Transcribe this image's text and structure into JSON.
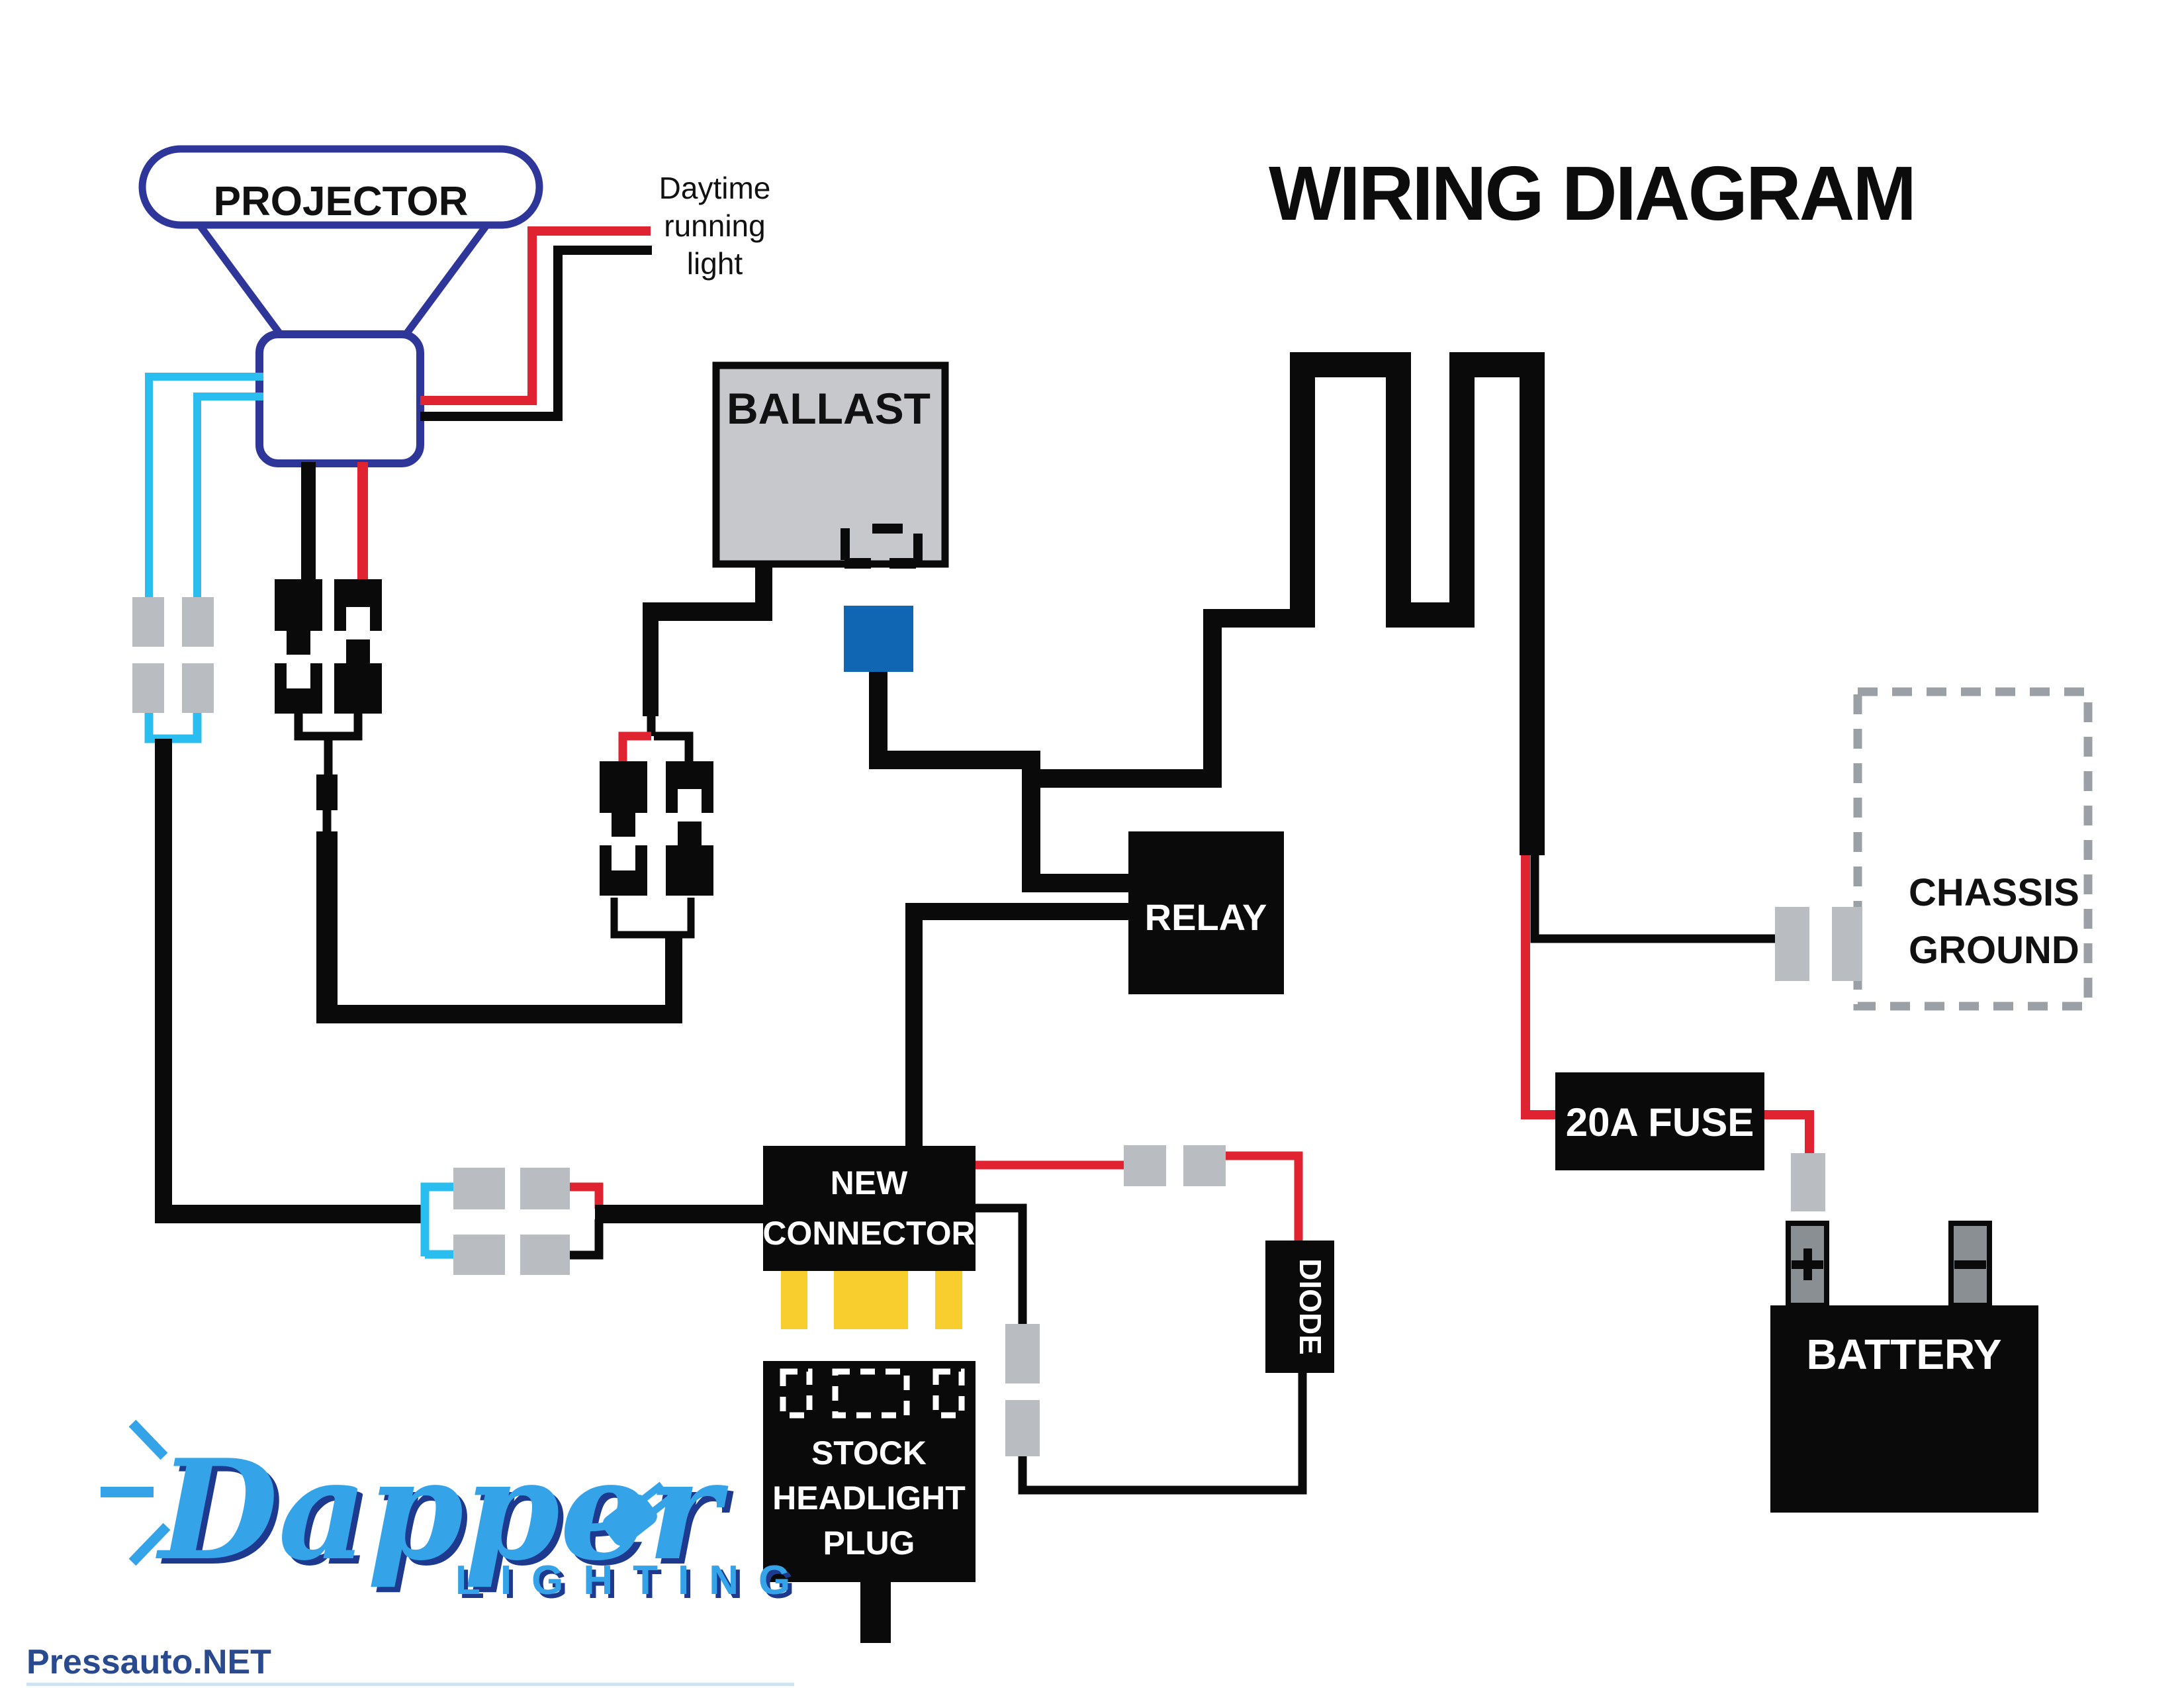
{
  "title": "WIRING DIAGRAM",
  "labels": {
    "projector": "PROJECTOR",
    "daytime_line1": "Daytime",
    "daytime_line2": "running",
    "daytime_line3": "light",
    "ballast": "BALLAST",
    "relay": "RELAY",
    "chassis_line1": "CHASSIS",
    "chassis_line2": "GROUND",
    "fuse": "20A FUSE",
    "battery": "BATTERY",
    "new_connector_line1": "NEW",
    "new_connector_line2": "CONNECTOR",
    "stock_plug_line1": "STOCK",
    "stock_plug_line2": "HEADLIGHT",
    "stock_plug_line3": "PLUG",
    "diode": "DIODE"
  },
  "logo": {
    "name": "Dapper",
    "subtitle": "LIGHTING",
    "watermark": "Pressauto.NET"
  },
  "colors": {
    "wire_black": "#0a0a0a",
    "wire_red": "#e02330",
    "wire_cyan": "#29bdf0",
    "navy": "#2f3699",
    "connector_gray": "#b9bcc1",
    "ballast_gray": "#c6c8cc",
    "blue_connector": "#1066b2",
    "yellow": "#f8ce2e",
    "terminal_gray": "#8a8f94",
    "dash_gray": "#9aa0a5",
    "logo_blue": "#35a3e8",
    "logo_shadow": "#1d3a8f",
    "watermark_blue": "#2a4a90"
  }
}
